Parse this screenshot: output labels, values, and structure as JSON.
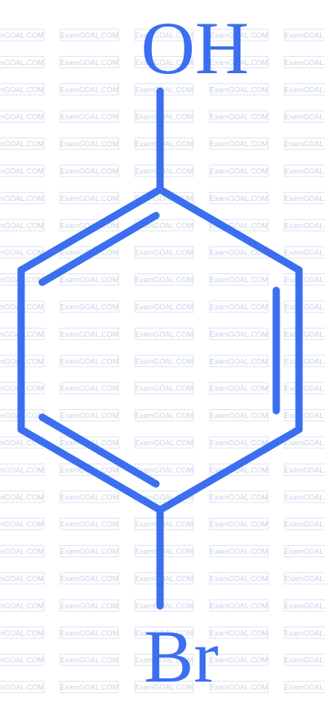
{
  "molecule": {
    "top_group": "OH",
    "bottom_group": "Br"
  },
  "watermark": {
    "text": "ExamGOAL.COM"
  },
  "colors": {
    "structure": "#3b6ff0",
    "watermark": "#c9d3e6"
  }
}
